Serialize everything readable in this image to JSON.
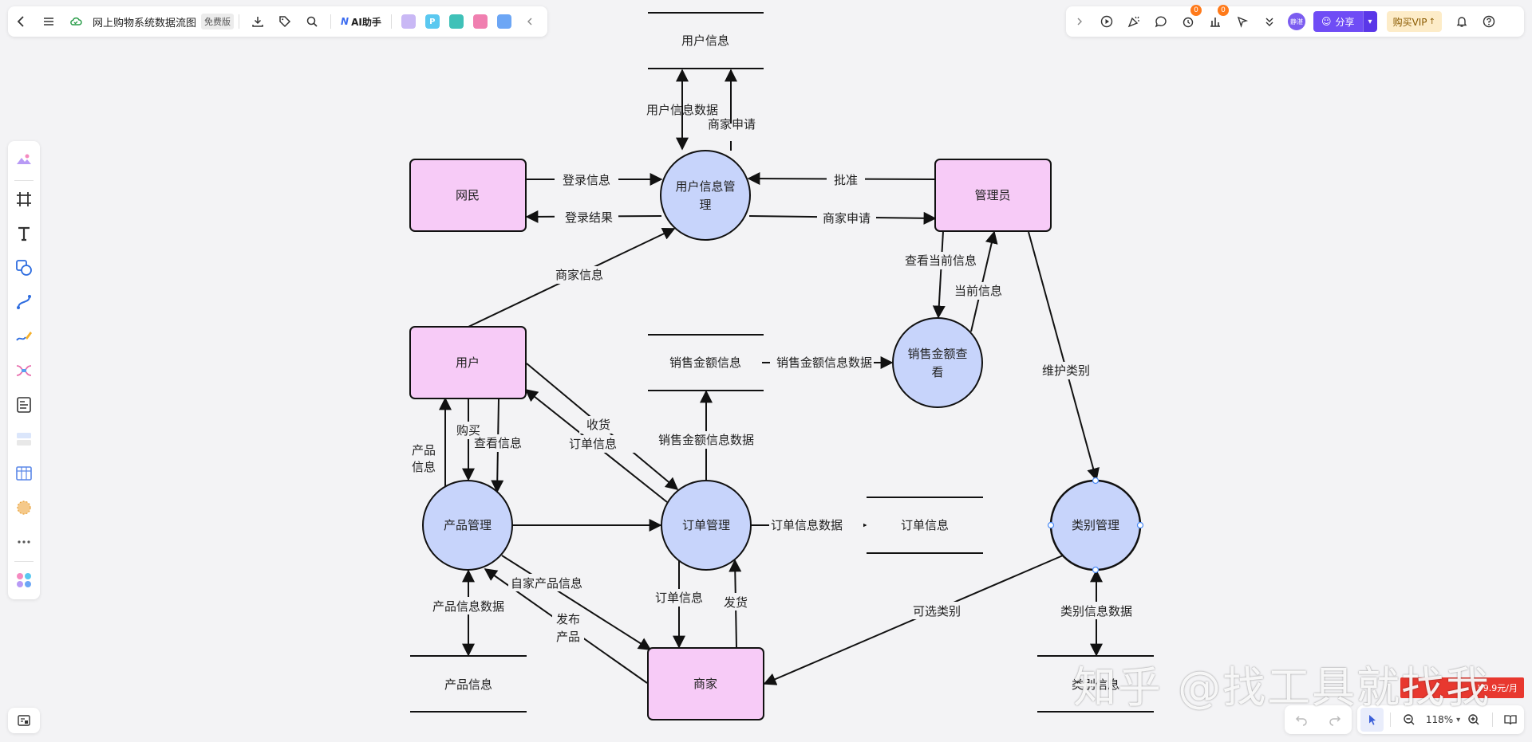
{
  "topbar": {
    "title": "网上购物系统数据流图",
    "badge": "免费版",
    "ai_label": "AI助手",
    "share_label": "分享",
    "vip_label": "购买VIP",
    "avatar_label": "静湛",
    "notif_a": "0",
    "notif_b": "0"
  },
  "zoom": {
    "level": "118%"
  },
  "colors": {
    "entity_fill": "#f7cbf7",
    "process_fill": "#c7d4fb",
    "accent": "#6f4cf5"
  },
  "diagram": {
    "entities": {
      "wangmin": "网民",
      "admin": "管理员",
      "user": "用户",
      "merchant": "商家"
    },
    "processes": {
      "user_mgmt_l1": "用户信息管",
      "user_mgmt_l2": "理",
      "sales_l1": "销售金额查",
      "sales_l2": "看",
      "product": "产品管理",
      "order": "订单管理",
      "category": "类别管理"
    },
    "stores": {
      "user_info": "用户信息",
      "sales_info": "销售金额信息",
      "order_info": "订单信息",
      "product_info": "产品信息",
      "category_info": "类别信息"
    },
    "flows": {
      "user_info_data": "用户信息数据",
      "merchant_apply_top": "商家申请",
      "login_info": "登录信息",
      "login_result": "登录结果",
      "approve": "批准",
      "merchant_apply": "商家申请",
      "merchant_info": "商家信息",
      "view_current": "查看当前信息",
      "current_info": "当前信息",
      "maintain_category": "维护类别",
      "sales_info_data_h": "销售金额信息数据",
      "sales_info_data_v": "销售金额信息数据",
      "receive": "收货",
      "order_info_up": "订单信息",
      "buy": "购买",
      "view_info": "查看信息",
      "product_info_l1": "产品",
      "product_info_l2": "信息",
      "order_info_data": "订单信息数据",
      "own_product_info": "自家产品信息",
      "product_info_data": "产品信息数据",
      "publish_l1": "发布",
      "publish_l2": "产品",
      "order_info_down": "订单信息",
      "ship": "发货",
      "optional_category": "可选类别",
      "category_info_data": "类别信息数据"
    }
  },
  "watermark": "知乎 @找工具就找我",
  "promo_text": "¥9.9元/月"
}
